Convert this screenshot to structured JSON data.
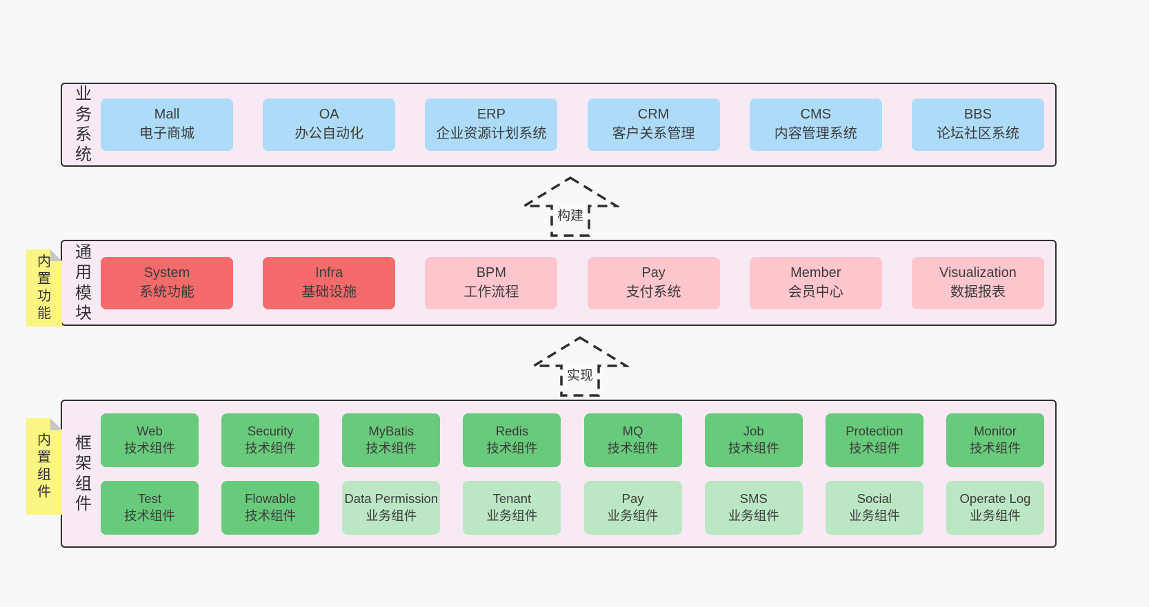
{
  "colors": {
    "page_bg": "#f8f8f8",
    "band_bg": "#f7eaf4",
    "band_border": "#2e2e2e",
    "blue": "#aedcf8",
    "red": "#f56b6b",
    "pink": "#ffc6ce",
    "green_dark": "#68ca7b",
    "green_light": "#bbe7c4",
    "sticky_yellow": "#fbf584",
    "text": "#3c3c3c"
  },
  "bands": [
    {
      "id": "business",
      "label": "业务系统",
      "note": null,
      "rows": [
        [
          {
            "title": "Mall",
            "subtitle": "电子商城",
            "type": "blue"
          },
          {
            "title": "OA",
            "subtitle": "办公自动化",
            "type": "blue"
          },
          {
            "title": "ERP",
            "subtitle": "企业资源计划系统",
            "type": "blue"
          },
          {
            "title": "CRM",
            "subtitle": "客户关系管理",
            "type": "blue"
          },
          {
            "title": "CMS",
            "subtitle": "内容管理系统",
            "type": "blue"
          },
          {
            "title": "BBS",
            "subtitle": "论坛社区系统",
            "type": "blue"
          }
        ]
      ]
    },
    {
      "id": "modules",
      "label": "通用模块",
      "note": "内置功能",
      "rows": [
        [
          {
            "title": "System",
            "subtitle": "系统功能",
            "type": "red"
          },
          {
            "title": "Infra",
            "subtitle": "基础设施",
            "type": "red"
          },
          {
            "title": "BPM",
            "subtitle": "工作流程",
            "type": "pink"
          },
          {
            "title": "Pay",
            "subtitle": "支付系统",
            "type": "pink"
          },
          {
            "title": "Member",
            "subtitle": "会员中心",
            "type": "pink"
          },
          {
            "title": "Visualization",
            "subtitle": "数据报表",
            "type": "pink"
          }
        ]
      ]
    },
    {
      "id": "components",
      "label": "框架组件",
      "note": "内置组件",
      "rows": [
        [
          {
            "title": "Web",
            "subtitle": "技术组件",
            "type": "green_dark"
          },
          {
            "title": "Security",
            "subtitle": "技术组件",
            "type": "green_dark"
          },
          {
            "title": "MyBatis",
            "subtitle": "技术组件",
            "type": "green_dark"
          },
          {
            "title": "Redis",
            "subtitle": "技术组件",
            "type": "green_dark"
          },
          {
            "title": "MQ",
            "subtitle": "技术组件",
            "type": "green_dark"
          },
          {
            "title": "Job",
            "subtitle": "技术组件",
            "type": "green_dark"
          },
          {
            "title": "Protection",
            "subtitle": "技术组件",
            "type": "green_dark"
          },
          {
            "title": "Monitor",
            "subtitle": "技术组件",
            "type": "green_dark"
          }
        ],
        [
          {
            "title": "Test",
            "subtitle": "技术组件",
            "type": "green_dark"
          },
          {
            "title": "Flowable",
            "subtitle": "技术组件",
            "type": "green_dark"
          },
          {
            "title": "Data Permission",
            "subtitle": "业务组件",
            "type": "green_light"
          },
          {
            "title": "Tenant",
            "subtitle": "业务组件",
            "type": "green_light"
          },
          {
            "title": "Pay",
            "subtitle": "业务组件",
            "type": "green_light"
          },
          {
            "title": "SMS",
            "subtitle": "业务组件",
            "type": "green_light"
          },
          {
            "title": "Social",
            "subtitle": "业务组件",
            "type": "green_light"
          },
          {
            "title": "Operate Log",
            "subtitle": "业务组件",
            "type": "green_light"
          }
        ]
      ]
    }
  ],
  "arrows": [
    {
      "label": "构建"
    },
    {
      "label": "实现"
    }
  ]
}
